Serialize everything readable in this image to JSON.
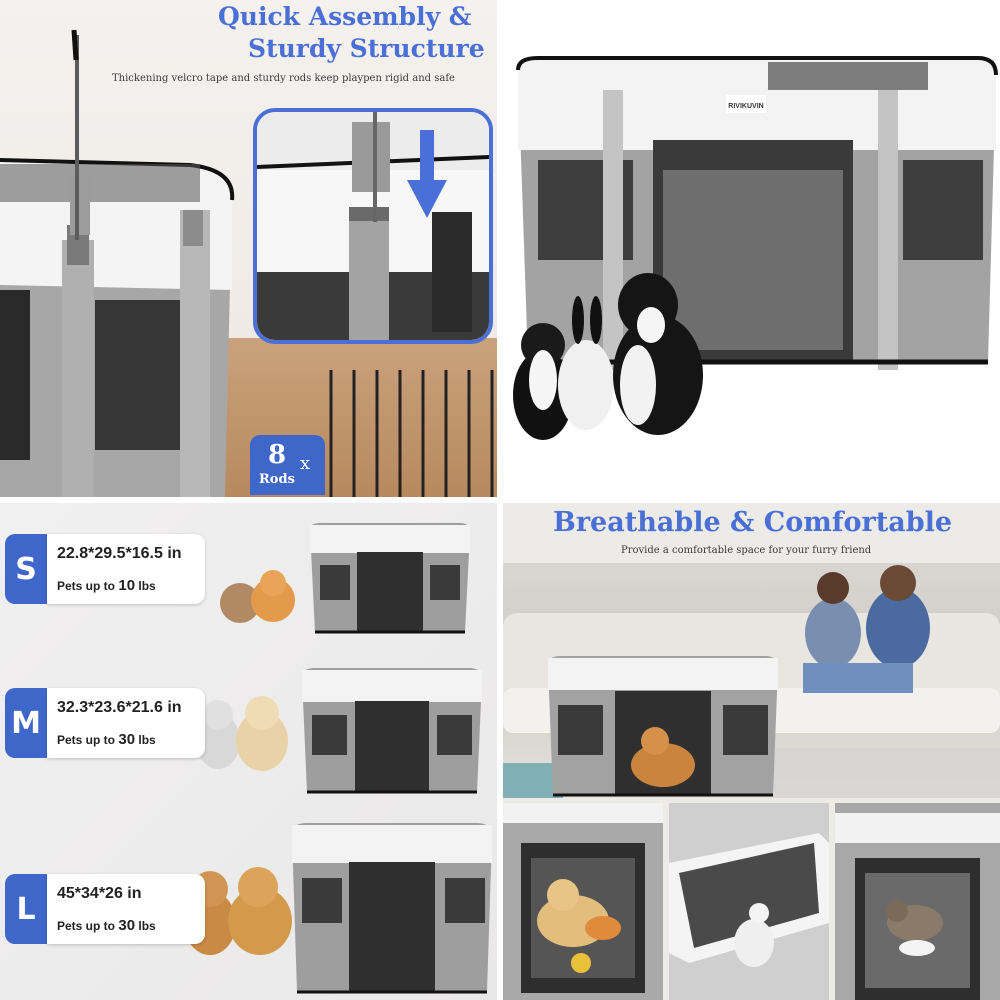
{
  "assembly": {
    "title_line1": "Quick Assembly &",
    "title_line2": "Sturdy Structure",
    "subtitle": "Thickening velcro tape and sturdy rods keep playpen rigid and safe",
    "rods_count": "8",
    "rods_multiplier": "x",
    "rods_label": "Rods"
  },
  "product": {
    "brand_label": "RIVIKUVIN"
  },
  "sizes": [
    {
      "letter": "S",
      "dimensions": "22.8*29.5*16.5 in",
      "pets_prefix": "Pets up to",
      "pets_number": "10",
      "pets_unit": "lbs"
    },
    {
      "letter": "M",
      "dimensions": "32.3*23.6*21.6 in",
      "pets_prefix": "Pets up to",
      "pets_number": "30",
      "pets_unit": "lbs"
    },
    {
      "letter": "L",
      "dimensions": "45*34*26 in",
      "pets_prefix": "Pets up to",
      "pets_number": "30",
      "pets_unit": "lbs"
    }
  ],
  "breathable": {
    "title": "Breathable & Comfortable",
    "subtitle": "Provide a comfortable space for your furry friend"
  },
  "colors": {
    "accent_blue": "#4a6fd6",
    "badge_blue": "#3f67c9",
    "tent_gray": "#9a9a9a",
    "tent_white": "#f2f2f2",
    "mesh_dark": "#2a2a2a"
  }
}
